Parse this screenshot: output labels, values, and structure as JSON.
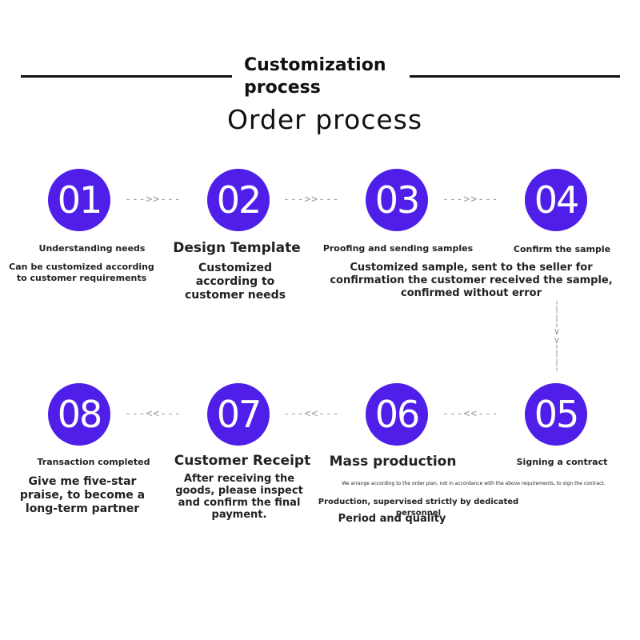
{
  "header": {
    "title": "Customization process",
    "subtitle": "Order process"
  },
  "connectors": {
    "forward": "--->>---",
    "backward": "---<<---",
    "down": "¦\n¦\n¦\n∨\n∨\n¦\n¦\n¦"
  },
  "steps": [
    {
      "number": "01",
      "label": "Understanding needs",
      "description": "Can be customized according to customer requirements"
    },
    {
      "number": "02",
      "label": "Design Template",
      "description": "Customized according to customer needs"
    },
    {
      "number": "03",
      "label": "Proofing and sending samples",
      "description": "Customized sample, sent to the seller for confirmation the customer received the sample, confirmed without error"
    },
    {
      "number": "04",
      "label": "Confirm the sample",
      "description": ""
    },
    {
      "number": "05",
      "label": "Signing a contract",
      "description": "We arrange according to the order plan, not in accordance with the above requirements, to sign the contract."
    },
    {
      "number": "06",
      "label": "Mass production",
      "description": "Production, supervised strictly by dedicated personnel",
      "description_2": "Period and quality"
    },
    {
      "number": "07",
      "label": "Customer Receipt",
      "description": "After receiving the goods, please inspect and confirm the final payment."
    },
    {
      "number": "08",
      "label": "Transaction completed",
      "description": "Give me five-star praise, to become a long-term partner"
    }
  ],
  "colors": {
    "circle": "#4f1ee8",
    "connector": "#9a9a9a"
  }
}
